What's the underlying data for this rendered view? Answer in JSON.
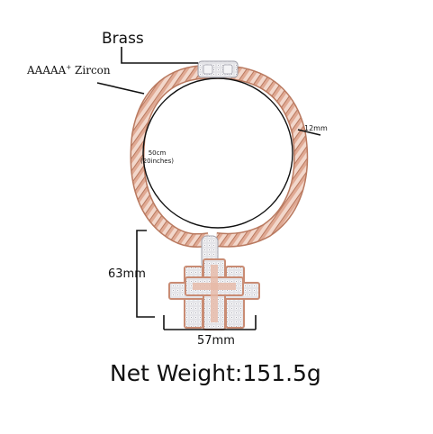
{
  "labels": {
    "material": "Brass",
    "stone_main": "AAAAA",
    "stone_sup": "+",
    "stone_name": "Zircon",
    "length_cm": "50cm",
    "length_in": "(20inches)",
    "chain_width": "12mm",
    "pendant_height": "63mm",
    "pendant_width": "57mm",
    "net_weight": "Net Weight:151.5g"
  },
  "colors": {
    "rose_gold": "#d9a08a",
    "silver": "#d8d8dc",
    "line": "#111111"
  }
}
